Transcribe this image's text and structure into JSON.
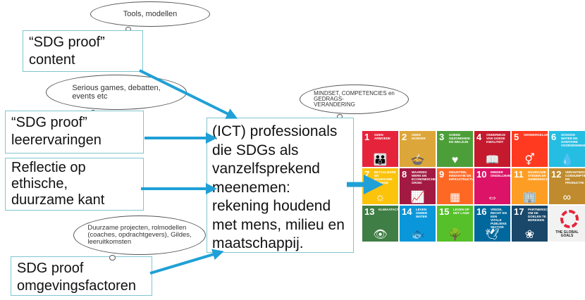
{
  "clouds": {
    "tools": "Tools, modellen",
    "games": [
      "Serious games, debatten,",
      "events etc"
    ],
    "projects": [
      "Duurzame projecten, rolmodellen",
      "(coaches,  opdrachtgevers), Gildes,",
      "leeruitkomsten"
    ],
    "mindset": [
      "MINDSET, COMPETENCIES en",
      "GEDRAGS-",
      "VERANDERING"
    ]
  },
  "boxes": {
    "content": [
      "“SDG proof”",
      "content"
    ],
    "ervaringen": [
      "“SDG proof”",
      "leerervaringen"
    ],
    "reflectie": [
      "Reflectie op",
      "ethische,",
      "duurzame kant"
    ],
    "omgeving": [
      "SDG proof",
      "omgevingsfactoren"
    ],
    "center": [
      "(ICT) professionals",
      "die SDGs als",
      "vanzelfsprekend",
      "meenemen:",
      "rekening houdend",
      "met mens, milieu en",
      "maatschappij."
    ]
  },
  "colors": {
    "arrow": "#1fa0d6",
    "box_border": "#7fc5cf"
  },
  "sdg": [
    {
      "num": "1",
      "label": "Geen armoede",
      "color": "#e5243b",
      "icon": "👪"
    },
    {
      "num": "2",
      "label": "Geen honger",
      "color": "#dda63a",
      "icon": "🍲"
    },
    {
      "num": "3",
      "label": "Goede gezondheid en welzijn",
      "color": "#4c9f38",
      "icon": "♥"
    },
    {
      "num": "4",
      "label": "Onderwijs van goede kwaliteit",
      "color": "#c5192d",
      "icon": "📖"
    },
    {
      "num": "5",
      "label": "Gendergelijkheid",
      "color": "#ff3a21",
      "icon": "⚥"
    },
    {
      "num": "6",
      "label": "Schoon water en sanitaire voorzieningen",
      "color": "#26bde2",
      "icon": "💧"
    },
    {
      "num": "7",
      "label": "Betaalbare en duurzame energie",
      "color": "#fcc30b",
      "icon": "☼"
    },
    {
      "num": "8",
      "label": "Waardig werk en economische groei",
      "color": "#a21942",
      "icon": "📈"
    },
    {
      "num": "9",
      "label": "Industrie, innovatie en infrastructuur",
      "color": "#fd6925",
      "icon": "▦"
    },
    {
      "num": "10",
      "label": "Minder ongelijkheid",
      "color": "#dd1367",
      "icon": "⇔"
    },
    {
      "num": "11",
      "label": "Duurzame steden en gemeenschappen",
      "color": "#fd9d24",
      "icon": "🏢"
    },
    {
      "num": "12",
      "label": "Verantwoorde consumptie en productie",
      "color": "#bf8b2e",
      "icon": "∞"
    },
    {
      "num": "13",
      "label": "Klimaatactie",
      "color": "#3f7e44",
      "icon": "👁"
    },
    {
      "num": "14",
      "label": "Leven onder water",
      "color": "#0a97d9",
      "icon": "🐟"
    },
    {
      "num": "15",
      "label": "Leven op het land",
      "color": "#56c02b",
      "icon": "🌳"
    },
    {
      "num": "16",
      "label": "Vrede, recht en een vitale publieke sector",
      "color": "#00689d",
      "icon": "🕊"
    },
    {
      "num": "17",
      "label": "Partnerschappen om de doelen te bereiken",
      "color": "#19486a",
      "icon": "❀"
    }
  ],
  "global_goals": "THE GLOBAL GOALS"
}
